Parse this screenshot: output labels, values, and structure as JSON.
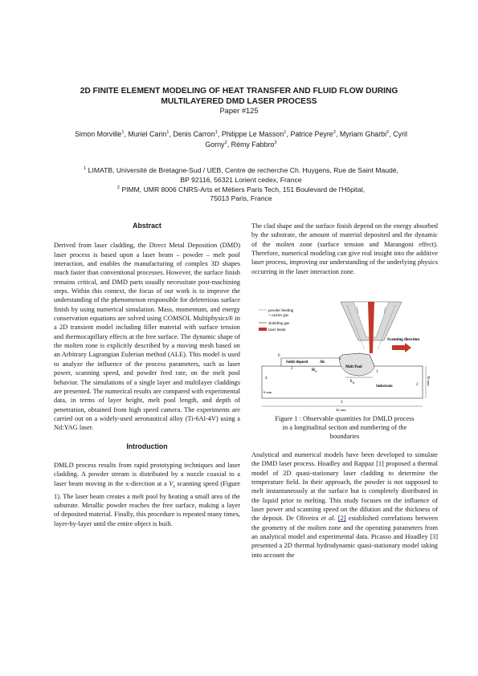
{
  "header": {
    "title_line1": "2D FINITE ELEMENT MODELING OF HEAT TRANSFER AND FLUID FLOW DURING",
    "title_line2": "MULTILAYERED DMD LASER PROCESS",
    "paper_number": "Paper #125"
  },
  "authors": {
    "line1_a": "Simon Morville",
    "line1_b": ", Muriel Carin",
    "line1_c": ", Denis Carron",
    "line1_d": ", Philippe Le Masson",
    "line1_e": ", Patrice Peyre",
    "line1_f": ", Myriam Gharbi",
    "line1_g": ", Cyril",
    "line2_a": "Gorny",
    "line2_b": ", Rémy Fabbro",
    "sup1": "1",
    "sup2": "2"
  },
  "affiliations": {
    "a1_line1": "LIMATB, Université de Bretagne-Sud / UEB, Centre de recherche Ch. Huygens, Rue de Saint Maudé,",
    "a1_line2": "BP 92116, 56321 Lorient cedex, France",
    "a2_line1": "PIMM, UMR 8006 CNRS-Arts et Métiers Paris Tech, 151 Boulevard de l'Hôpital,",
    "a2_line2": "75013 Paris, France"
  },
  "abstract": {
    "heading": "Abstract",
    "text": "Derived from laser cladding, the Direct Metal Deposition (DMD) laser process is based upon a laser beam – powder – melt pool interaction, and enables the manufacturing of complex 3D shapes much faster than conventional processes. However, the surface finish remains critical, and DMD parts usually necessitate post-machining steps. Within this context, the focus of our work is to improve the understanding of the phenomenon responsible for deleterious surface finish by using numerical simulation. Mass, momentum, and energy conservation equations are solved using COMSOL Multiphysics® in a 2D transient model including filler material with surface tension and thermocapillary effects at the free surface. The dynamic shape of the molten zone is explicitly described by a moving mesh based on an Arbitrary Lagrangian Eulerian method (ALE). This model is used to analyze the influence of the process parameters, such as laser power, scanning speed, and powder feed rate, on the melt pool behavior. The simulations of a single layer and multilayer claddings are presented. The numerical results are compared with experimental data, in terms of layer height, melt pool length, and depth of penetration, obtained from high speed camera. The experiments are carried out on a widely-used aeronautical alloy (Ti-6Al-4V) using a Nd:YAG laser."
  },
  "introduction": {
    "heading": "Introduction",
    "text_before": "DMLD process results from rapid prototyping techniques and laser cladding. A powder stream is distributed by a nozzle coaxial to a laser beam moving in the x-direction at a ",
    "speed_symbol": "V",
    "speed_sub": "s",
    "text_after": " scanning speed (Figure 1). The laser beam creates a melt pool by heating a small area of the substrate. Metallic powder reaches the free surface, making a layer of deposited material. Finally, this procedure is repeated many times, layer-by-layer until the entire object is built."
  },
  "right_top": {
    "text": "The clad shape and the surface finish depend on the energy absorbed by the substrate, the amount of material deposited and the dynamic of the molten zone (surface tension and Marangoni effect). Therefore, numerical modeling can give real insight into the additive laser process, improving our understanding of the underlying physics occurring in the laser interaction zone."
  },
  "figure": {
    "legend_powder": "powder feeding",
    "legend_carrier": "+ carrier gas",
    "legend_shielding": "shielding gas",
    "legend_laser": "laser beam",
    "scanning_direction": "Scanning direction",
    "solid_deposit": "Solid deposit",
    "delta_h": "Δh",
    "melt_pool": "Melt Pool",
    "hd": "H",
    "hd_sub": "d",
    "lp": "L",
    "lp_sub": "p",
    "substrate": "Substrate",
    "dim_6mm": "6 mm",
    "dim_42mm": "42 mm",
    "dim_20mm": "20 mm",
    "n1": "1",
    "n2": "2",
    "n3": "3",
    "n4": "4",
    "n5": "5",
    "n6": "6",
    "colors": {
      "laser_beam": "#c0392b",
      "nozzle": "#b0b0b0",
      "melt_pool": "#d9d9d9"
    }
  },
  "caption": {
    "line1": "Figure 1 : Observable quantities for DMLD process",
    "line2": "in a longitudinal section and numbering of the",
    "line3": "boundaries"
  },
  "right_bottom": {
    "p1_a": "Analytical and numerical models have been developed to simulate the DMD laser process. Hoadley and Rappaz [1] proposed a thermal model of 2D quasi-stationary laser cladding to determine the temperature field. In their approach, the powder is not supposed to melt instantaneously at the surface but is completely distributed in the liquid prior to melting. This study focuses on the influence of laser power and scanning speed on the dilution and the thickness of the deposit. De Oliveira ",
    "etal": "et al.",
    "ref2": "[2]",
    "p1_b": " established correlations between the geometry of the molten zone and the operating parameters from an analytical model and experimental data. Picasso and Hoadley [3] presented a 2D thermal hydrodynamic quasi-stationary model taking into account the"
  }
}
